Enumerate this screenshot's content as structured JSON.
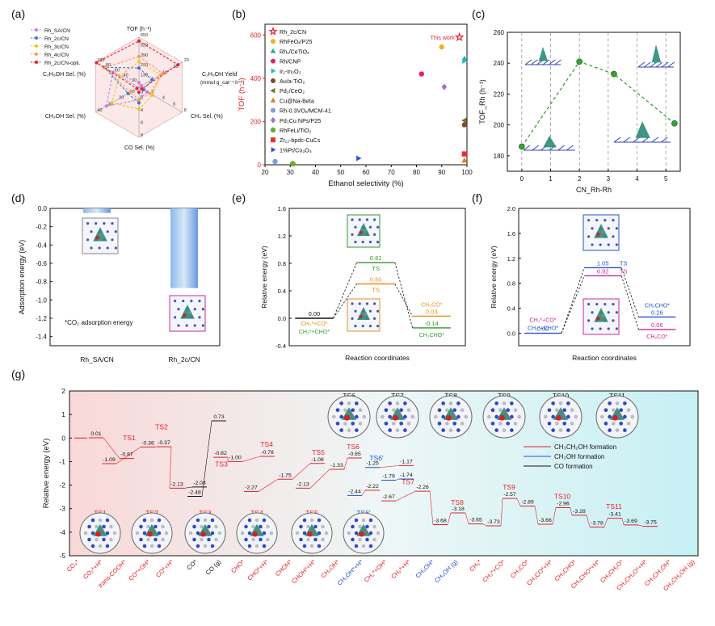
{
  "panel_labels": [
    "(a)",
    "(b)",
    "(c)",
    "(d)",
    "(e)",
    "(f)",
    "(g)"
  ],
  "colors": {
    "red": "#e8202a",
    "blue": "#2156c9",
    "black": "#111111",
    "orange": "#e8901a",
    "green": "#2e9a2e",
    "magenta": "#c8289c",
    "mol_teal": "#2a8b7a",
    "mol_navy": "#2838a8"
  },
  "chart_data": [
    {
      "id": "a",
      "type": "radar",
      "axes": [
        "TOF (h⁻¹)",
        "C₂H₅OH Yield (mmol g_cat⁻¹ h⁻¹)",
        "CH₄ Sel. (%)",
        "CO Sel. (%)",
        "CH₃OH Sel. (%)",
        "C₂H₅OH Sel. (%)"
      ],
      "tick_labels": {
        "TOF (h⁻¹)": [
          "650",
          "520",
          "390",
          "260",
          "130"
        ],
        "C₂H₅OH Yield (mmol g_cat⁻¹ h⁻¹)": [
          "20",
          "15",
          "10",
          "5"
        ],
        "CH₄ Sel. (%)": [
          "8",
          "6",
          "4",
          "2"
        ],
        "CO Sel. (%)": [
          "8",
          "6",
          "4",
          "2"
        ],
        "CH₃OH Sel. (%)": [
          "40",
          "30",
          "20",
          "10"
        ],
        "C₂H₅OH Sel. (%)": [
          "100",
          "80",
          "60",
          "40",
          "20"
        ]
      },
      "ranges": [
        [
          0,
          650
        ],
        [
          0,
          20
        ],
        [
          0,
          8
        ],
        [
          0,
          8
        ],
        [
          0,
          40
        ],
        [
          0,
          100
        ]
      ],
      "series": [
        {
          "name": "Rh_SA/CN",
          "color": "#c080e0",
          "values": [
            60,
            1.2,
            1.5,
            2.0,
            30,
            60
          ]
        },
        {
          "name": "Rh_2c/CN",
          "color": "#2e7bd6",
          "values": [
            250,
            6.0,
            0.8,
            2.5,
            10,
            80
          ]
        },
        {
          "name": "Rh_3c/CN",
          "color": "#f0c020",
          "values": [
            330,
            10.0,
            2.5,
            3.5,
            25,
            45
          ]
        },
        {
          "name": "Rh_4c/CN",
          "color": "#ff9a50",
          "values": [
            400,
            11.0,
            2.0,
            2.0,
            8,
            78
          ]
        },
        {
          "name": "Rh_2c/CN-opti.",
          "color": "#e8202a",
          "values": [
            600,
            18.0,
            0.5,
            0.8,
            2,
            98
          ]
        }
      ],
      "legend": "top-left"
    },
    {
      "id": "b",
      "type": "scatter",
      "xlabel": "Ethanol selectivity (%)",
      "ylabel": "TOF (h⁻¹)",
      "xlim": [
        20,
        100
      ],
      "ylim": [
        0,
        650
      ],
      "xticks": [
        "20",
        "30",
        "40",
        "50",
        "60",
        "70",
        "80",
        "90",
        "100"
      ],
      "yticks": [
        "0",
        "200",
        "400",
        "600"
      ],
      "annotation": "This work",
      "points": [
        {
          "name": "Rh_2c/CN",
          "x": 97,
          "y": 590,
          "color": "#e8202a",
          "marker": "star"
        },
        {
          "name": "RhFeOₓ/P25",
          "x": 90,
          "y": 545,
          "color": "#f0b020",
          "marker": "circle"
        },
        {
          "name": "Rh₁/CeTiOₓ",
          "x": 99,
          "y": 490,
          "color": "#20b090",
          "marker": "triangle-up"
        },
        {
          "name": "Rh/CNP",
          "x": 82,
          "y": 420,
          "color": "#e8206a",
          "marker": "circle"
        },
        {
          "name": "Ir₁-In₂O₃",
          "x": 99,
          "y": 480,
          "color": "#20c0c0",
          "marker": "triangle-right"
        },
        {
          "name": "Au/a-TiO₂",
          "x": 99,
          "y": 185,
          "color": "#7a4a2a",
          "marker": "circle"
        },
        {
          "name": "Pd₂/CeO₂",
          "x": 99,
          "y": 205,
          "color": "#6a7a1a",
          "marker": "triangle-left"
        },
        {
          "name": "Cu@Na-Beta",
          "x": 99,
          "y": 20,
          "color": "#e87a1a",
          "marker": "triangle-up"
        },
        {
          "name": "Rh-0.3VOₓ/MCM-41",
          "x": 24,
          "y": 15,
          "color": "#7aa0d0",
          "marker": "circle"
        },
        {
          "name": "Pd₃Cu NPs/P25",
          "x": 91,
          "y": 360,
          "color": "#a070d0",
          "marker": "diamond"
        },
        {
          "name": "RhFeLi/TiO₂",
          "x": 31,
          "y": 5,
          "color": "#60b020",
          "marker": "pentagon"
        },
        {
          "name": "Zr₁₂-bpdc-CuCs",
          "x": 99,
          "y": 50,
          "color": "#e83030",
          "marker": "square"
        },
        {
          "name": "1%Pt/Co₃O₄",
          "x": 57,
          "y": 30,
          "color": "#2a5ad0",
          "marker": "triangle-right"
        }
      ],
      "legend": "top-left"
    },
    {
      "id": "c",
      "type": "line",
      "xlabel": "CN_Rh-Rh",
      "ylabel": "TOF_Rh (h⁻¹)",
      "xlim": [
        -0.5,
        5.5
      ],
      "ylim": [
        170,
        260
      ],
      "xticks": [
        "0",
        "1",
        "2",
        "3",
        "4",
        "5"
      ],
      "yticks": [
        "180",
        "200",
        "220",
        "240",
        "260"
      ],
      "series": [
        {
          "x": [
            0,
            2,
            3.2,
            5.3
          ],
          "y": [
            186,
            241,
            233,
            201
          ],
          "color": "#2e9a2e",
          "style": "dashed"
        }
      ],
      "vertical_lines": [
        0,
        1,
        2,
        3,
        4,
        5
      ],
      "grid": "off"
    },
    {
      "id": "d",
      "type": "bar",
      "categories": [
        "Rh_SA/CN",
        "Rh_2c/CN"
      ],
      "values": [
        -0.05,
        -0.87
      ],
      "ylabel": "Adsorption energy (eV)",
      "ylim": [
        -1.5,
        0
      ],
      "yticks": [
        "0.0",
        "-0.2",
        "-0.4",
        "-0.6",
        "-0.8",
        "-1.0",
        "-1.2",
        "-1.4"
      ],
      "annotation": "*CO₂ adsorption energy"
    },
    {
      "id": "e",
      "type": "line",
      "ylabel": "Relative energy (eV)",
      "xlabel": "Reaction coordinates",
      "ylim": [
        -0.4,
        1.6
      ],
      "yticks": [
        "-0.4",
        "0.0",
        "0.4",
        "0.8",
        "1.2",
        "1.6"
      ],
      "levels": [
        {
          "label_top": "0.00",
          "y": 0.0,
          "pos": 0,
          "color": "#111111"
        },
        {
          "label_top": "0.81",
          "label_under": "TS",
          "y": 0.81,
          "pos": 1,
          "color": "#2e9a2e"
        },
        {
          "label_top": "0.50",
          "label_under": "TS",
          "y": 0.5,
          "pos": 1,
          "color": "#e8901a"
        },
        {
          "label_top": "0.03",
          "y": 0.03,
          "pos": 2,
          "color": "#e8901a",
          "species": "CH₃CO*"
        },
        {
          "label_top": "-0.14",
          "y": -0.14,
          "pos": 2,
          "color": "#2e9a2e",
          "species": "CH₃CHO*"
        }
      ],
      "start_species": [
        "CH₃*+CO*",
        "CH₃*+CHO*"
      ]
    },
    {
      "id": "f",
      "type": "line",
      "ylabel": "Relative energy (eV)",
      "xlabel": "Reaction coordinates",
      "ylim": [
        -0.2,
        2.0
      ],
      "yticks": [
        "0.0",
        "0.4",
        "0.8",
        "1.2",
        "1.6",
        "2.0"
      ],
      "levels": [
        {
          "label_top": "0.00",
          "y": 0.0,
          "pos": 0,
          "color": "#2156c9"
        },
        {
          "label_top": "1.05",
          "label_right": "TS",
          "y": 1.05,
          "pos": 1,
          "color": "#2156c9"
        },
        {
          "label_top": "0.92",
          "label_right": "TS",
          "y": 0.92,
          "pos": 1,
          "color": "#c8289c"
        },
        {
          "label_top": "0.26",
          "y": 0.26,
          "pos": 2,
          "color": "#2156c9",
          "species": "CH₂CHO*"
        },
        {
          "label_top": "0.06",
          "y": 0.06,
          "pos": 2,
          "color": "#c8289c",
          "species": "CH₂CO*"
        }
      ],
      "start_species": [
        "CH₂*+CO*",
        "CH₂*+CHO*"
      ]
    },
    {
      "id": "g",
      "type": "line",
      "ylabel": "Relative energy (eV)",
      "ylim": [
        -5,
        2
      ],
      "yticks": [
        "2",
        "1",
        "0",
        "-1",
        "-2",
        "-3",
        "-4",
        "-5"
      ],
      "legend": [
        "CH₃CH₂OH formation",
        "CH₃OH formation",
        "CO formation"
      ],
      "ts_labels_red": [
        "TS1",
        "TS2",
        "TS3",
        "TS4",
        "TS5",
        "TS6",
        "TS7",
        "TS8",
        "TS9",
        "TS10",
        "TS11"
      ],
      "ts_label_blue": "TS6'",
      "ts_images_top": [
        "TS6",
        "TS7",
        "TS8",
        "TS9",
        "TS10",
        "TS11"
      ],
      "ts_images_bottom": [
        "TS1",
        "TS2",
        "TS3",
        "TS4",
        "TS5",
        "TS6'"
      ],
      "x_species": [
        {
          "text": "CO₂*",
          "color": "#e8202a"
        },
        {
          "text": "CO₂*+H*",
          "color": "#e8202a"
        },
        {
          "text": "trans-COOH*",
          "color": "#e8202a"
        },
        {
          "text": "CO*+OH*",
          "color": "#e8202a"
        },
        {
          "text": "CO*+H*",
          "color": "#e8202a"
        },
        {
          "text": "CO*",
          "color": "#111111"
        },
        {
          "text": "CO (g)",
          "color": "#111111"
        },
        {
          "text": "CHO*",
          "color": "#e8202a"
        },
        {
          "text": "CHO*+H*",
          "color": "#e8202a"
        },
        {
          "text": "CHOH*",
          "color": "#e8202a"
        },
        {
          "text": "CHOH*+H*",
          "color": "#e8202a"
        },
        {
          "text": "CH₂OH*",
          "color": "#e8202a"
        },
        {
          "text": "CH₂OH*+H*",
          "color": "#2156c9"
        },
        {
          "text": "CH₂*+OH*",
          "color": "#e8202a"
        },
        {
          "text": "CH₂*+H*",
          "color": "#e8202a"
        },
        {
          "text": "CH₃OH*",
          "color": "#2156c9"
        },
        {
          "text": "CH₃OH (g)",
          "color": "#2156c9"
        },
        {
          "text": "CH₃*",
          "color": "#e8202a"
        },
        {
          "text": "CH₃*+CO*",
          "color": "#e8202a"
        },
        {
          "text": "CH₃CO*",
          "color": "#e8202a"
        },
        {
          "text": "CH₃CO*+H*",
          "color": "#e8202a"
        },
        {
          "text": "CH₃CHO*",
          "color": "#e8202a"
        },
        {
          "text": "CH₃CHO*+H*",
          "color": "#e8202a"
        },
        {
          "text": "CH₃CH₂O*",
          "color": "#e8202a"
        },
        {
          "text": "CH₃CH₂O*+H*",
          "color": "#e8202a"
        },
        {
          "text": "CH₃CH₂OH*",
          "color": "#e8202a"
        },
        {
          "text": "CH₃CH₂OH (g)",
          "color": "#e8202a"
        }
      ],
      "energy_labels": [
        "0.01",
        "-0.87",
        "-1.09",
        "-0.38",
        "-0.37",
        "-2.13",
        "-2.08",
        "-2.48",
        "0.73",
        "-0.82",
        "-1.00",
        "-0.78",
        "-2.27",
        "-1.75",
        "-1.08",
        "-2.13",
        "-1.33",
        "-0.85",
        "-2.44",
        "-2.22",
        "-1.25",
        "-1.17",
        "-1.79",
        "-1.74",
        "-2.67",
        "-2.26",
        "-3.68",
        "-3.18",
        "-3.65",
        "-3.73",
        "-2.57",
        "-2.89",
        "-3.66",
        "-2.96",
        "-3.28",
        "-3.78",
        "-3.41",
        "-3.69",
        "-3.75"
      ]
    }
  ]
}
